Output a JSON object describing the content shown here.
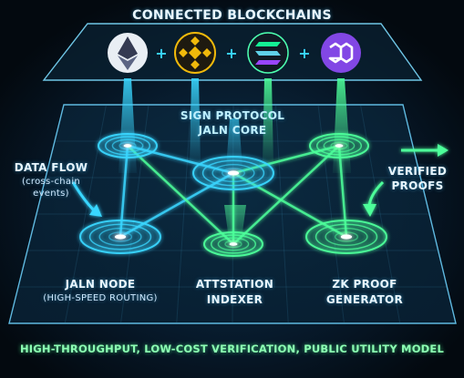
{
  "header": {
    "title": "CONNECTED BLOCKCHAINS",
    "separator": "+"
  },
  "chains": [
    {
      "icon": "ethereum-icon",
      "color": "#eef2f7"
    },
    {
      "icon": "binance-icon",
      "color": "#f0b90b"
    },
    {
      "icon": "solana-icon",
      "color": "#14f195"
    },
    {
      "icon": "polygon-icon",
      "color": "#8247e5"
    }
  ],
  "core": {
    "line1": "SIGN PROTOCOL",
    "line2": "JALN CORE"
  },
  "data_flow": {
    "title": "DATA FLOW",
    "line2": "(cross-chain",
    "line3": "events)"
  },
  "verified": {
    "line1": "VERIFIED",
    "line2": "PROOFS"
  },
  "nodes": [
    {
      "line1": "JALN NODE",
      "line2": "(HIGH-SPEED ROUTING)"
    },
    {
      "line1": "ATTSTATION",
      "line2": "INDEXER"
    },
    {
      "line1": "ZK PROOF",
      "line2": "GENERATOR"
    }
  ],
  "footer": {
    "text": "HIGH-THROUGHPUT, LOW-COST VERIFICATION, PUBLIC UTILITY MODEL"
  },
  "colors": {
    "cyan": "#39d6ff",
    "green": "#4dff9a",
    "footer_text": "#a8ffc4",
    "background": "#04101a"
  }
}
